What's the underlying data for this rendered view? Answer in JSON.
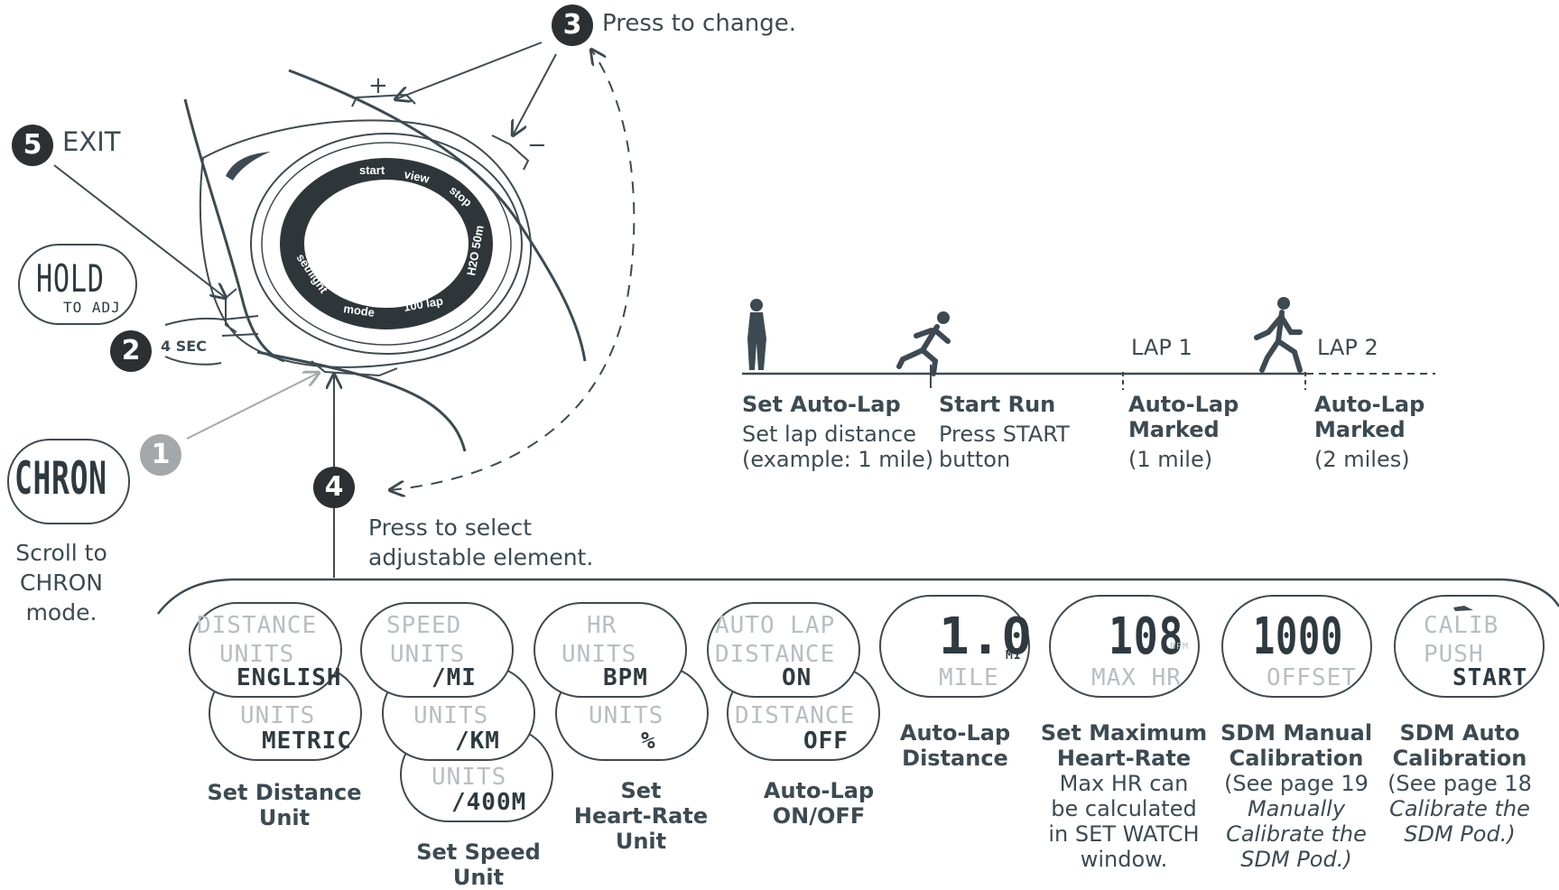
{
  "steps": {
    "s1": "1",
    "s2": "2",
    "s3": "3",
    "s4": "4",
    "s5": "5"
  },
  "labels": {
    "press_change": "Press to change.",
    "exit": "EXIT",
    "hold_sec": "4 SEC",
    "plus": "+",
    "minus": "−",
    "press_select_1": "Press to select",
    "press_select_2": "adjustable element.",
    "scroll_1": "Scroll to",
    "scroll_2": "CHRON",
    "scroll_3": "mode."
  },
  "watch": {
    "bezel_top": [
      "start",
      "view",
      "stop"
    ],
    "bezel_right": "H2O 50m",
    "bezel_bottom": [
      "mode",
      "100 lap"
    ],
    "bezel_left": "set/light"
  },
  "mini_displays": {
    "hold": "HOLD",
    "to_adj": "TO ADJ",
    "chron": "CHRON"
  },
  "timeline": {
    "lap1": "LAP 1",
    "lap2": "LAP 2",
    "steps": [
      {
        "title": "Set Auto-Lap",
        "line1": "Set lap distance",
        "line2": "(example: 1 mile)"
      },
      {
        "title": "Start Run",
        "line1": "Press START",
        "line2": "button"
      },
      {
        "title": "Auto-Lap",
        "title2": "Marked",
        "line1": "(1 mile)"
      },
      {
        "title": "Auto-Lap",
        "title2": "Marked",
        "line1": "(2 miles)"
      }
    ]
  },
  "screens": {
    "dist": {
      "a": "DISTANCE",
      "b": "UNITS",
      "c": "ENGLISH",
      "d": "UNITS",
      "e": "METRIC"
    },
    "speed": {
      "a": "SPEED",
      "b": "UNITS",
      "c": "/MI",
      "d": "UNITS",
      "e": "/KM",
      "f": "UNITS",
      "g": "/400M"
    },
    "hr": {
      "a": "HR",
      "b": "UNITS",
      "c": "BPM",
      "d": "UNITS",
      "e": "%"
    },
    "autolap": {
      "a": "AUTO LAP",
      "b": "DISTANCE",
      "c": "ON",
      "d": "DISTANCE",
      "e": "OFF"
    },
    "mile": {
      "value": "1.0",
      "unit": "MI",
      "sub": "MILE"
    },
    "maxhr": {
      "value": "108",
      "unit": "BPM",
      "sub": "MAX HR"
    },
    "offset": {
      "value": "1000",
      "sub": "OFFSET"
    },
    "calib": {
      "a": "CALIB",
      "b": "PUSH",
      "c": "START"
    }
  },
  "captions": {
    "dist": [
      "Set Distance",
      "Unit"
    ],
    "speed": [
      "Set Speed",
      "Unit"
    ],
    "hr": [
      "Set",
      "Heart-Rate",
      "Unit"
    ],
    "autolap": [
      "Auto-Lap",
      "ON/OFF"
    ],
    "mile": [
      "Auto-Lap",
      "Distance"
    ],
    "maxhr": {
      "bold": [
        "Set Maximum",
        "Heart-Rate"
      ],
      "normal": [
        "Max HR can",
        "be calculated",
        "in SET WATCH",
        "window."
      ]
    },
    "manual": {
      "bold": [
        "SDM Manual",
        "Calibration"
      ],
      "normal": [
        "(See page 19"
      ],
      "italic": [
        "Manually",
        "Calibrate the",
        "SDM Pod.)"
      ]
    },
    "auto": {
      "bold": [
        "SDM Auto",
        "Calibration"
      ],
      "normal": [
        "(See page 18"
      ],
      "italic": [
        "Calibrate the",
        "SDM Pod.)"
      ]
    }
  },
  "colors": {
    "ink": "#3d4a52",
    "dark": "#2c3033",
    "gray_step": "#a4a8ab",
    "lcd_dim": "#b8bec2"
  }
}
